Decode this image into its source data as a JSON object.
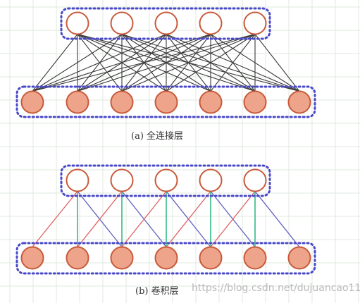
{
  "panels": [
    {
      "id": "fully-connected",
      "caption": "(a) 全连接层",
      "connection": "full",
      "top_nodes": 5,
      "bottom_nodes": 7
    },
    {
      "id": "convolutional",
      "caption": "(b) 卷积层",
      "connection": "local",
      "kernel_size": 3,
      "top_nodes": 5,
      "bottom_nodes": 7
    }
  ],
  "watermark": "https://blog.csdn.net/dujuancao11",
  "colors": {
    "background": "#ffffff",
    "grid_line": "#dfe8df",
    "group_border": "#4848c8",
    "node_stroke": "#c85a3a",
    "top_node_fill": "#ffffff",
    "bottom_node_fill": "#eda48a",
    "full_edge": "#3a3a3a",
    "conv_edge_left": "#e06060",
    "conv_edge_center": "#5cc8a0",
    "conv_edge_right": "#6060c0",
    "caption": "#333333",
    "watermark": "#b9b9b9"
  }
}
